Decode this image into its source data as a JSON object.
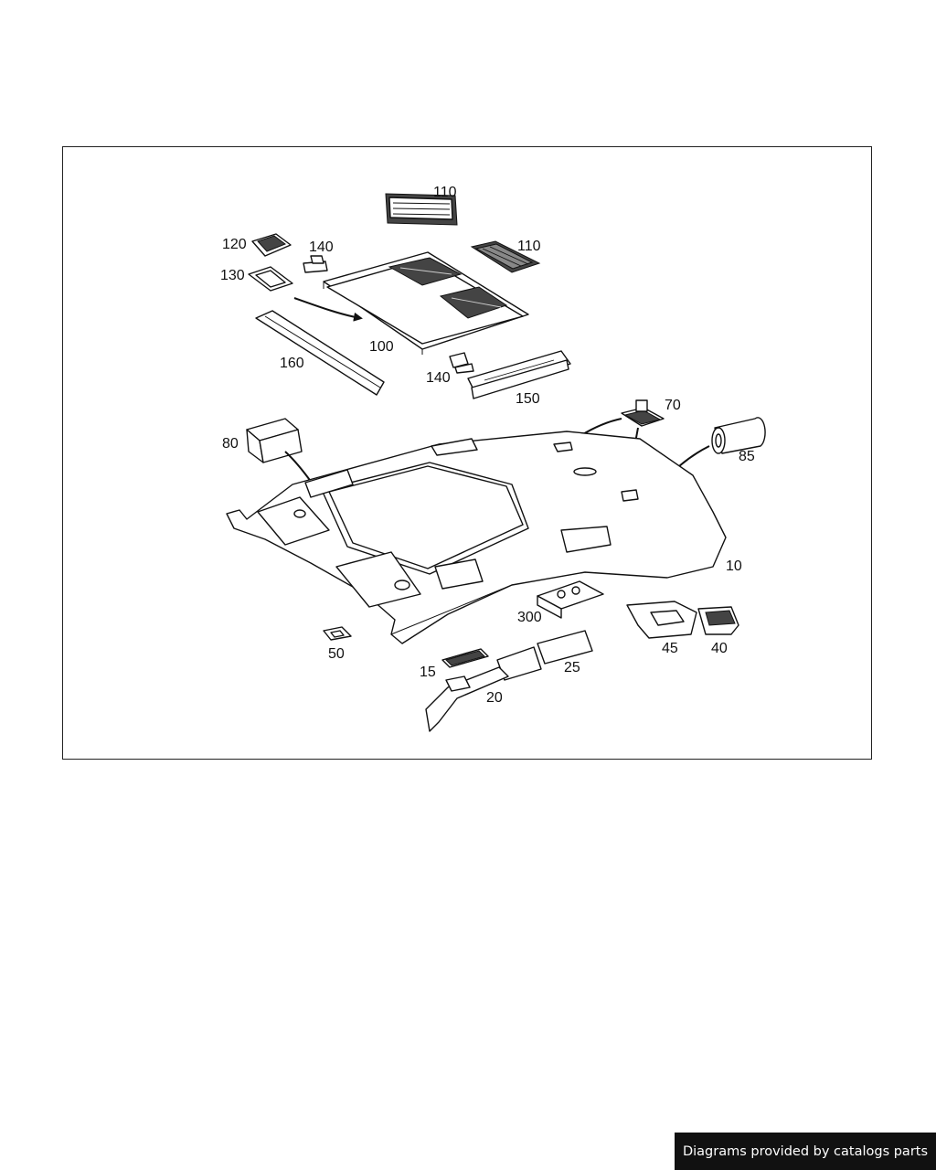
{
  "diagram": {
    "labels": {
      "p110a": "110",
      "p110b": "110",
      "p120": "120",
      "p140a": "140",
      "p130": "130",
      "p100": "100",
      "p160": "160",
      "p140b": "140",
      "p150": "150",
      "p70": "70",
      "p80": "80",
      "p85": "85",
      "p10": "10",
      "p300": "300",
      "p50": "50",
      "p45": "45",
      "p40": "40",
      "p15": "15",
      "p25": "25",
      "p20": "20"
    }
  },
  "footer": {
    "credit": "Diagrams provided by catalogs parts"
  }
}
